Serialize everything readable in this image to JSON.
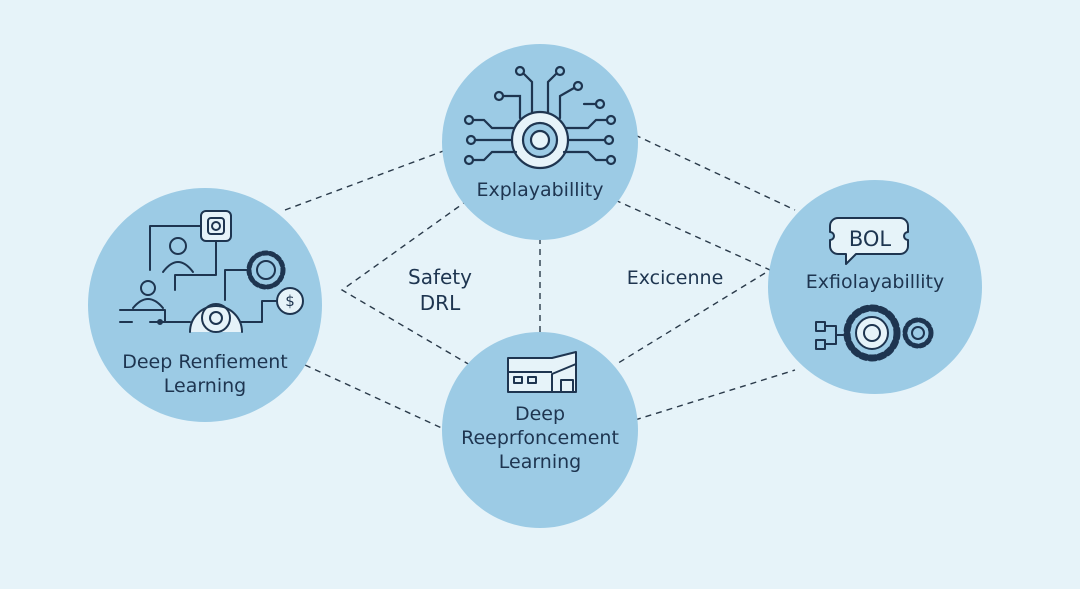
{
  "diagram": {
    "nodes": {
      "top": {
        "label": "Explayabillity",
        "icon": "circuit-chip-icon"
      },
      "left": {
        "lines": [
          "Deep Renfiement",
          "Learning"
        ],
        "icons": [
          "people-network-icon",
          "gear-icon",
          "dollar-icon",
          "target-icon"
        ]
      },
      "right": {
        "label": "Exfiolayabillity",
        "badge_text": "BOL",
        "icons": [
          "speech-bubble-icon",
          "gears-icon"
        ]
      },
      "bottom": {
        "lines": [
          "Deep",
          "Reeprfoncement",
          "Learning"
        ],
        "icon": "building-icon"
      }
    },
    "free_labels": {
      "safety": [
        "Safety",
        "DRL"
      ],
      "excicence": "Excicenne"
    }
  },
  "colors": {
    "background": "#e6f3f9",
    "node_fill": "#9ccbe5",
    "icon_stroke": "#1e3550",
    "text": "#1e3550",
    "connector": "#2a3a4a"
  }
}
